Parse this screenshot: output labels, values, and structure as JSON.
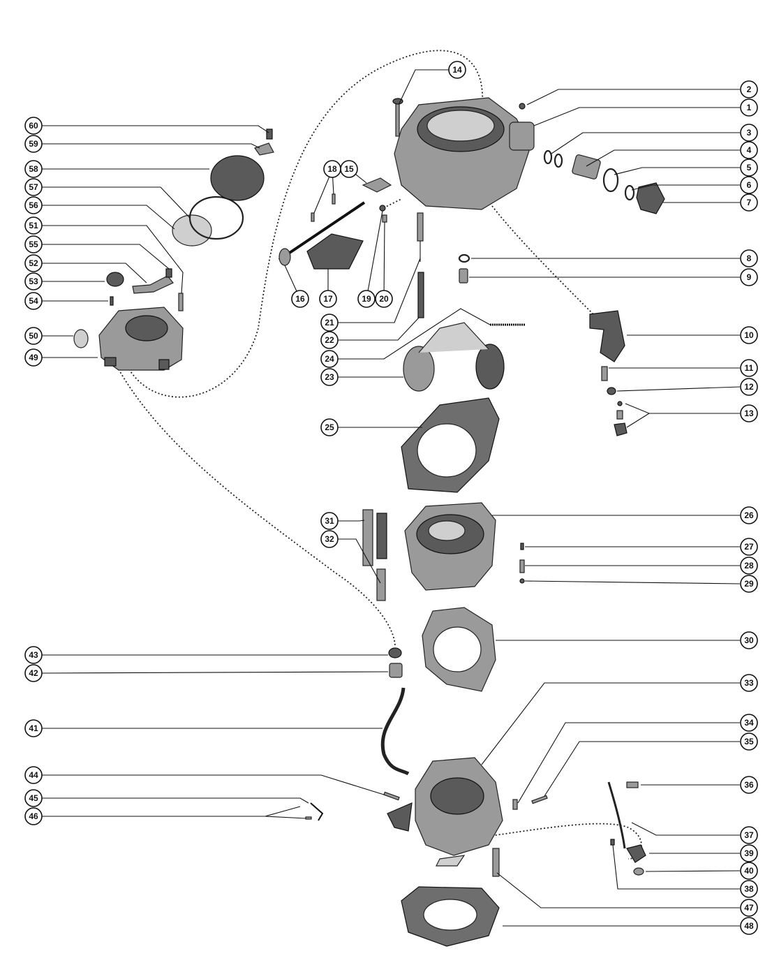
{
  "callouts": [
    {
      "num": "1"
    },
    {
      "num": "2"
    },
    {
      "num": "3"
    },
    {
      "num": "4"
    },
    {
      "num": "5"
    },
    {
      "num": "6"
    },
    {
      "num": "7"
    },
    {
      "num": "8"
    },
    {
      "num": "9"
    },
    {
      "num": "10"
    },
    {
      "num": "11"
    },
    {
      "num": "12"
    },
    {
      "num": "13"
    },
    {
      "num": "14"
    },
    {
      "num": "15"
    },
    {
      "num": "16"
    },
    {
      "num": "17"
    },
    {
      "num": "18"
    },
    {
      "num": "19"
    },
    {
      "num": "20"
    },
    {
      "num": "21"
    },
    {
      "num": "22"
    },
    {
      "num": "23"
    },
    {
      "num": "24"
    },
    {
      "num": "25"
    },
    {
      "num": "26"
    },
    {
      "num": "27"
    },
    {
      "num": "28"
    },
    {
      "num": "29"
    },
    {
      "num": "30"
    },
    {
      "num": "31"
    },
    {
      "num": "32"
    },
    {
      "num": "33"
    },
    {
      "num": "34"
    },
    {
      "num": "35"
    },
    {
      "num": "36"
    },
    {
      "num": "37"
    },
    {
      "num": "38"
    },
    {
      "num": "39"
    },
    {
      "num": "40"
    },
    {
      "num": "41"
    },
    {
      "num": "42"
    },
    {
      "num": "43"
    },
    {
      "num": "44"
    },
    {
      "num": "45"
    },
    {
      "num": "46"
    },
    {
      "num": "47"
    },
    {
      "num": "48"
    },
    {
      "num": "49"
    },
    {
      "num": "50"
    },
    {
      "num": "51"
    },
    {
      "num": "52"
    },
    {
      "num": "53"
    },
    {
      "num": "54"
    },
    {
      "num": "55"
    },
    {
      "num": "56"
    },
    {
      "num": "57"
    },
    {
      "num": "58"
    },
    {
      "num": "59"
    },
    {
      "num": "60"
    }
  ]
}
